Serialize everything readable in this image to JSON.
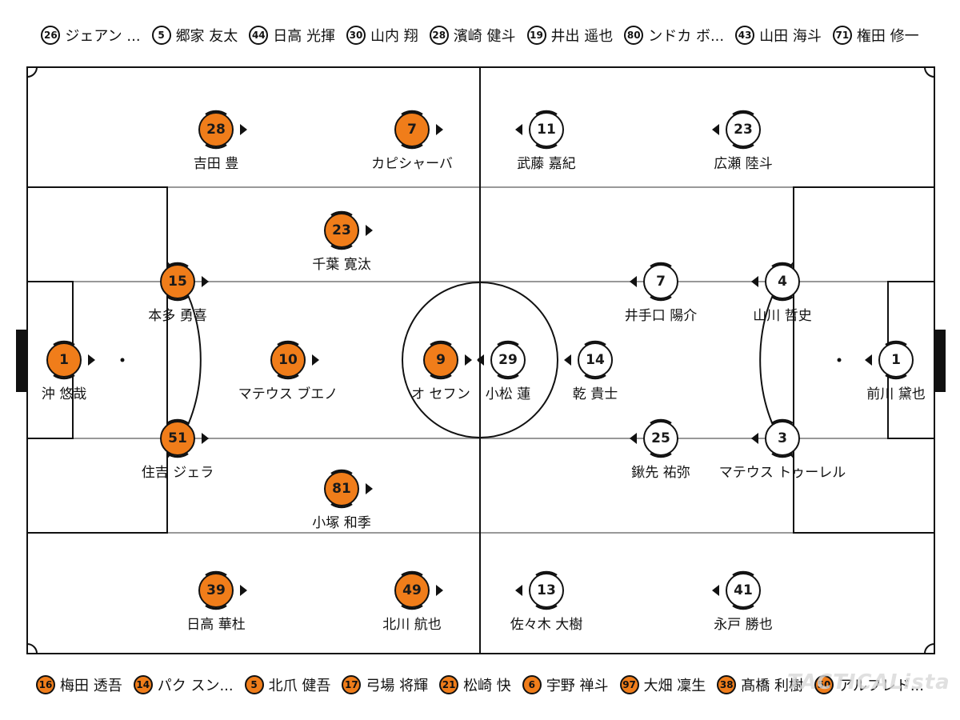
{
  "bench_away": [
    {
      "number": "26",
      "name": "ジェアン ..."
    },
    {
      "number": "5",
      "name": "郷家 友太"
    },
    {
      "number": "44",
      "name": "日高 光揮"
    },
    {
      "number": "30",
      "name": "山内 翔"
    },
    {
      "number": "28",
      "name": "濱崎 健斗"
    },
    {
      "number": "19",
      "name": "井出 遥也"
    },
    {
      "number": "80",
      "name": "ンドカ ボ..."
    },
    {
      "number": "43",
      "name": "山田 海斗"
    },
    {
      "number": "71",
      "name": "権田 修一"
    }
  ],
  "bench_home": [
    {
      "number": "16",
      "name": "梅田 透吾"
    },
    {
      "number": "14",
      "name": "パク スン..."
    },
    {
      "number": "5",
      "name": "北爪 健吾"
    },
    {
      "number": "17",
      "name": "弓場 将輝"
    },
    {
      "number": "21",
      "name": "松崎 快"
    },
    {
      "number": "6",
      "name": "宇野 禅斗"
    },
    {
      "number": "97",
      "name": "大畑 凜生"
    },
    {
      "number": "38",
      "name": "髙橋 利樹"
    },
    {
      "number": "50",
      "name": "アルフレド..."
    }
  ],
  "home_players": [
    {
      "number": "1",
      "name": "沖 悠哉"
    },
    {
      "number": "15",
      "name": "本多 勇喜"
    },
    {
      "number": "51",
      "name": "住吉 ジェラ"
    },
    {
      "number": "28",
      "name": "吉田 豊"
    },
    {
      "number": "23",
      "name": "千葉 寛汰"
    },
    {
      "number": "10",
      "name": "マテウス ブエノ"
    },
    {
      "number": "81",
      "name": "小塚 和季"
    },
    {
      "number": "39",
      "name": "日高 華杜"
    },
    {
      "number": "7",
      "name": "カピシャーバ"
    },
    {
      "number": "9",
      "name": "オ セフン"
    },
    {
      "number": "49",
      "name": "北川 航也"
    }
  ],
  "away_players": [
    {
      "number": "11",
      "name": "武藤 嘉紀"
    },
    {
      "number": "23",
      "name": "広瀬 陸斗"
    },
    {
      "number": "7",
      "name": "井手口 陽介"
    },
    {
      "number": "4",
      "name": "山川 哲史"
    },
    {
      "number": "29",
      "name": "小松 蓮"
    },
    {
      "number": "14",
      "name": "乾 貴士"
    },
    {
      "number": "1",
      "name": "前川 黛也"
    },
    {
      "number": "25",
      "name": "鍬先 祐弥"
    },
    {
      "number": "3",
      "name": "マテウス トゥーレル"
    },
    {
      "number": "13",
      "name": "佐々木 大樹"
    },
    {
      "number": "41",
      "name": "永戸 勝也"
    }
  ],
  "colors": {
    "home": "#f07d1a",
    "away": "#ffffff",
    "line": "#111111"
  },
  "watermark": "TACTICALista"
}
